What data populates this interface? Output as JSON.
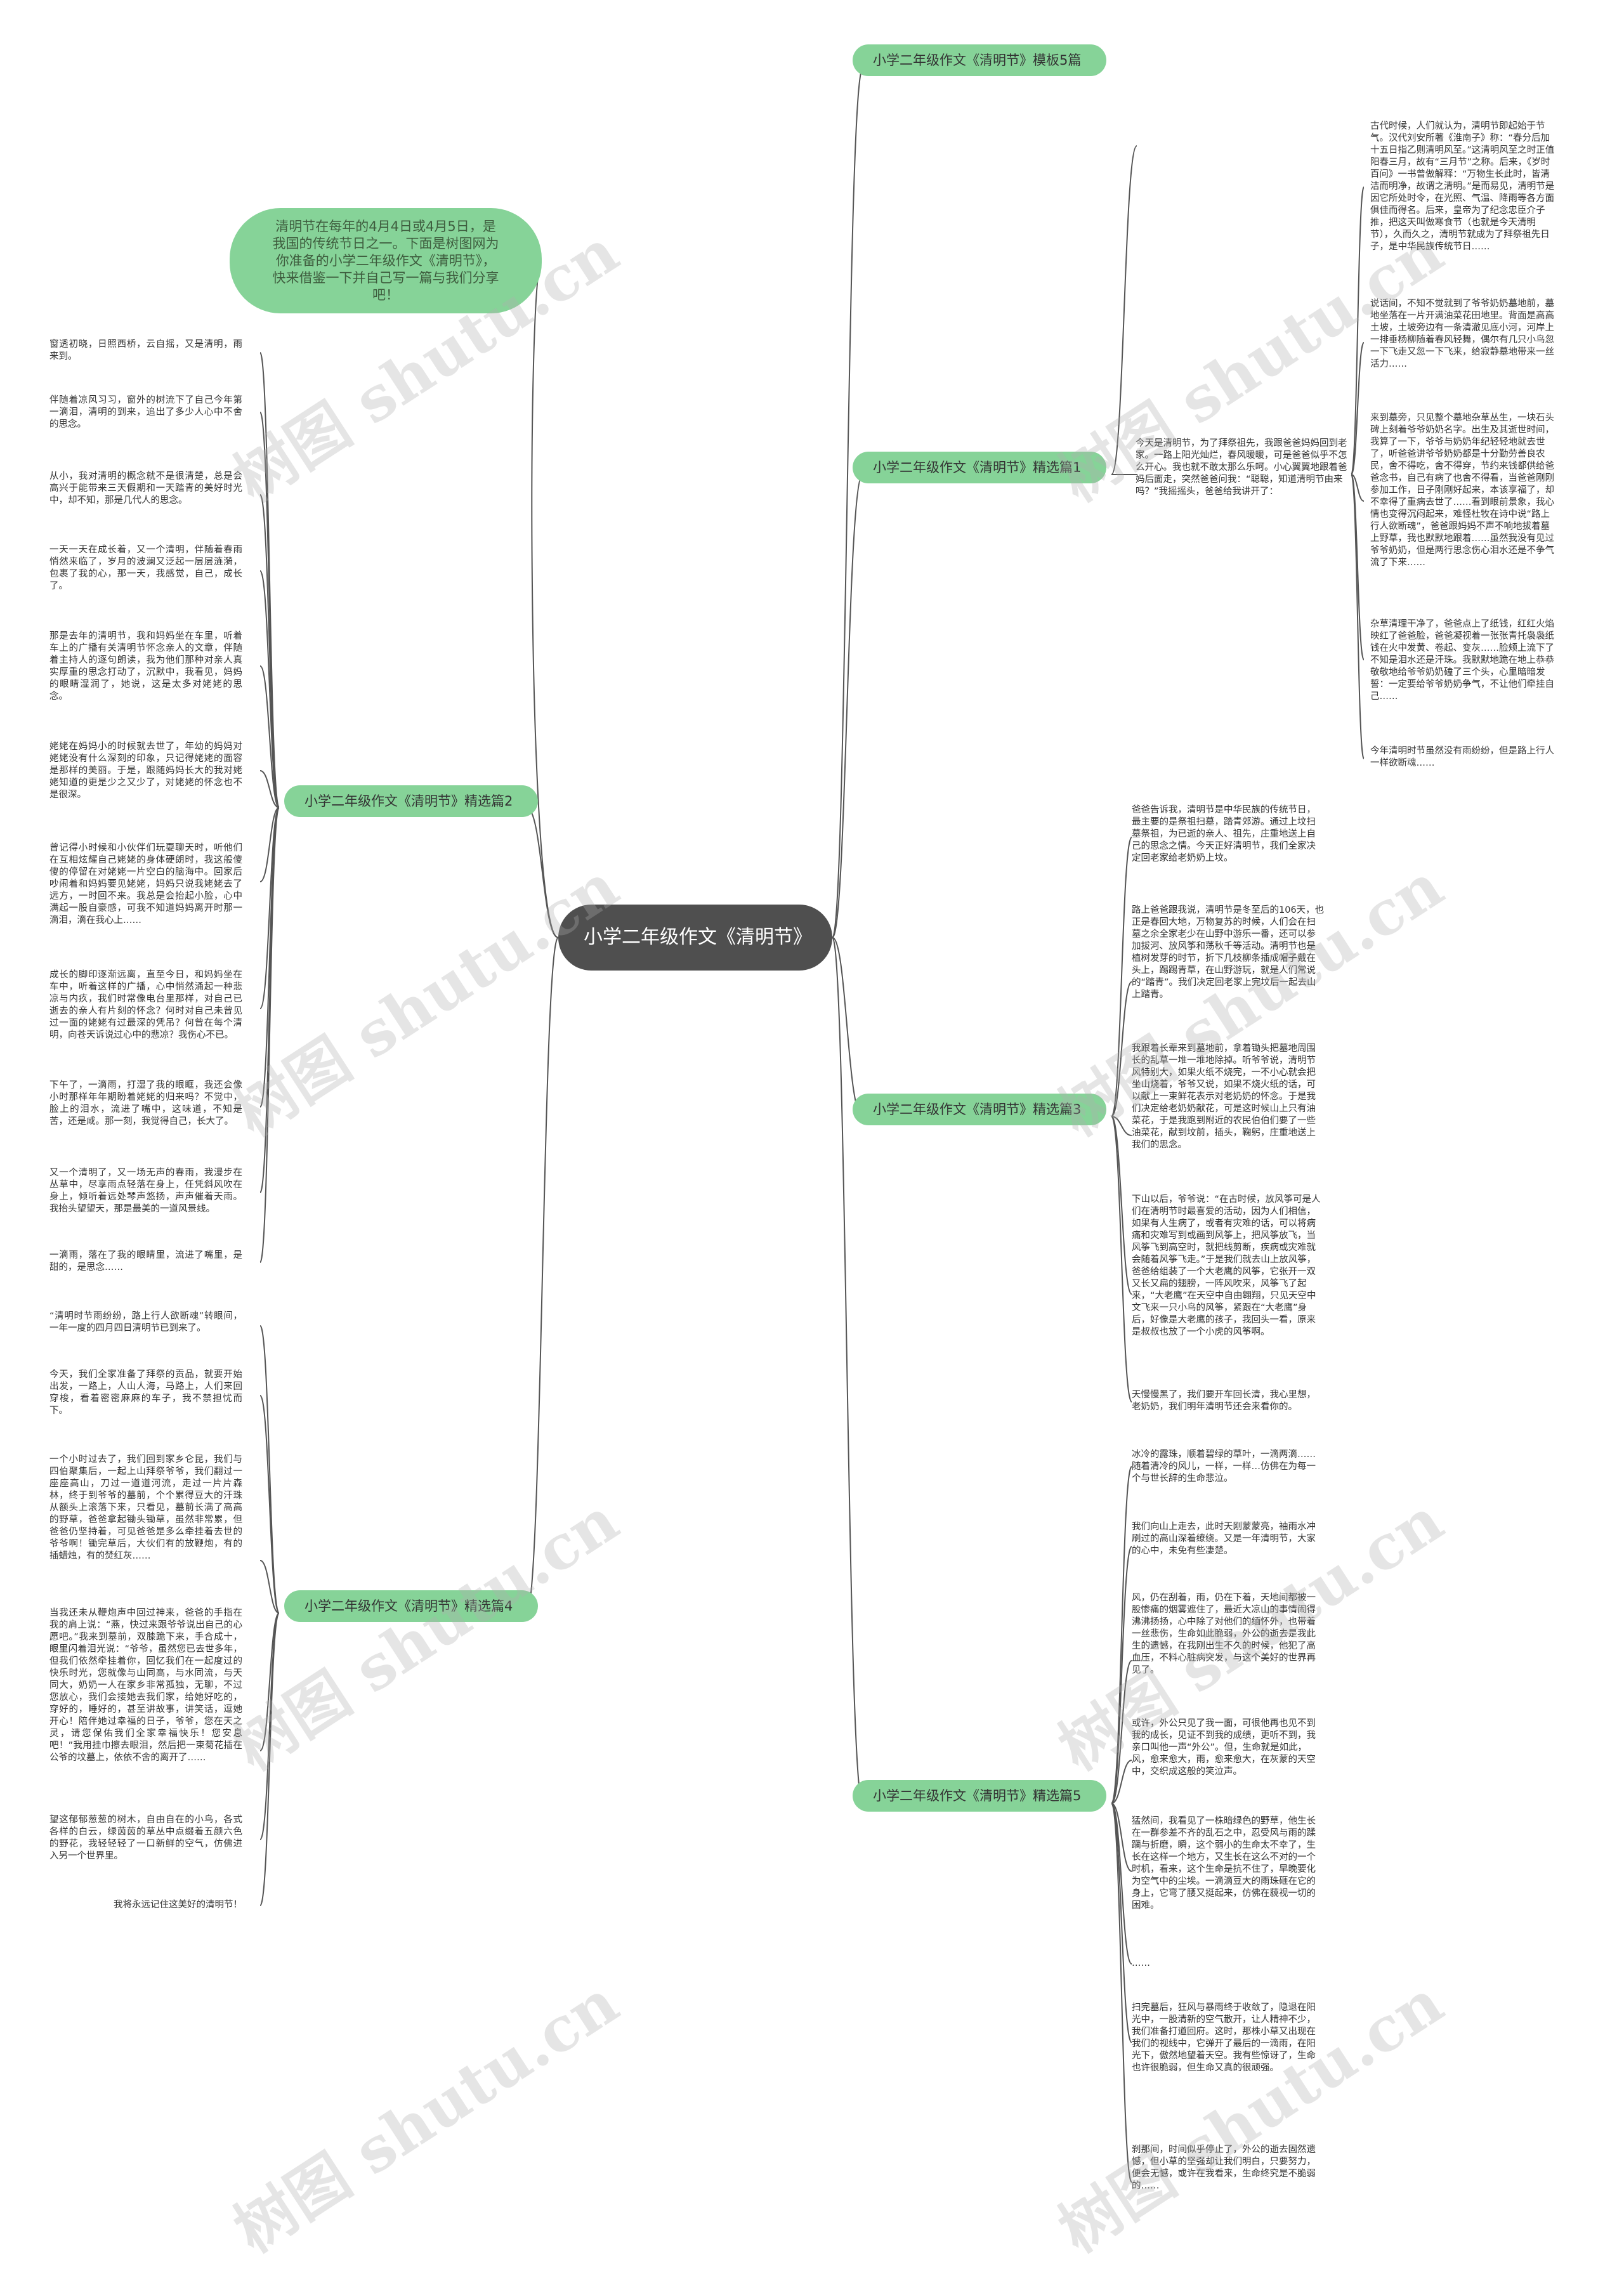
{
  "center": "小学二年级作文《清明节》",
  "intro": "清明节在每年的4月4日或4月5日，是我国的传统节日之一。下面是树图网为你准备的小学二年级作文《清明节》，快来借鉴一下并自己写一篇与我们分享吧！",
  "watermark": "树图 shutu.cn",
  "branches": [
    {
      "label": "小学二年级作文《清明节》模板5篇",
      "leaves": []
    },
    {
      "label": "小学二年级作文《清明节》精选篇1",
      "leaves": [
        "今天是清明节，为了拜祭祖先，我跟爸爸妈妈回到老家。一路上阳光灿烂，春风暖暖，可是爸爸似乎不怎么开心。我也就不敢太那么乐呵。小心翼翼地跟着爸妈后面走，突然爸爸问我：“聪聪，知道清明节由来吗？”我摇摇头，爸爸给我讲开了：",
        "古代时候，人们就认为，清明节即起始于节气。汉代刘安所著《淮南子》称：“春分后加十五日指乙则清明风至。”这清明风至之时正值阳春三月，故有“三月节”之称。后来，《岁时百问》一书曾做解释：“万物生长此时，皆清洁而明净，故谓之清明。”是而易见，清明节是因它所处时令，在光照、气温、降雨等各方面俱佳而得名。后来，皇帝为了纪念忠臣介子推，把这天叫做寒食节（也就是今天清明节），久而久之，清明节就成为了拜祭祖先日子，是中华民族传统节日……",
        "说话间，不知不觉就到了爷爷奶奶墓地前，墓地坐落在一片开满油菜花田地里。背面是高高土坡，土坡旁边有一条清澈见底小河，河岸上一排垂杨柳随着春风轻舞，偶尔有几只小鸟忽一下飞走又忽一下飞来，给寂静墓地带来一丝活力……",
        "来到墓旁，只见整个墓地杂草丛生，一块石头碑上刻着爷爷奶奶名字。出生及其逝世时间，我算了一下，爷爷与奶奶年纪轻轻地就去世了，听爸爸讲爷爷奶奶都是十分勤劳善良农民，舍不得吃，舍不得穿，节约来钱都供给爸爸念书，自己有病了也舍不得看，当爸爸刚刚参加工作，日子刚刚好起来，本该享福了，却不幸得了重病去世了……看到眼前景象，我心情也变得沉闷起来，难怪杜牧在诗中说“路上行人欲断魂”，爸爸跟妈妈不声不响地拔着墓上野草，我也默默地跟着……虽然我没有见过爷爷奶奶，但是两行思念伤心泪水还是不争气流了下来……",
        "杂草清理干净了，爸爸点上了纸钱，红红火焰映红了爸爸脸，爸爸凝视着一张张青托袅袅纸钱在火中发黄、卷起、变灰……脸颊上流下了不知是泪水还是汗珠。我默默地跪在地上恭恭敬敬地给爷爷奶奶磕了三个头，心里暗暗发誓：一定要给爷爷奶奶争气，不让他们牵挂自己……",
        "今年清明时节虽然没有雨纷纷，但是路上行人一样欲断魂……"
      ]
    },
    {
      "label": "小学二年级作文《清明节》精选篇2",
      "leaves": [
        "窗透初晓，日照西桥，云自摇，又是清明，雨来到。",
        "伴随着凉风习习，窗外的树流下了自己今年第一滴泪，清明的到来，追出了多少人心中不舍的思念。",
        "从小，我对清明的概念就不是很清楚，总是会高兴于能带来三天假期和一天踏青的美好时光中，却不知，那是几代人的思念。",
        "一天一天在成长着，又一个清明，伴随着春雨悄然来临了，岁月的波澜又泛起一层层涟漪，包裹了我的心，那一天，我感觉，自己，成长了。",
        "那是去年的清明节，我和妈妈坐在车里，听着车上的广播有关清明节怀念亲人的文章，伴随着主持人的逐句朗读，我为他们那种对亲人真实厚重的思念打动了，沉默中，我看见，妈妈的眼睛湿润了，她说，这是太多对姥姥的思念。",
        "姥姥在妈妈小的时候就去世了，年幼的妈妈对姥姥没有什么深刻的印象，只记得姥姥的面容是那样的美丽。于是，跟随妈妈长大的我对姥姥知道的更是少之又少了，对姥姥的怀念也不是很深。",
        "曾记得小时候和小伙伴们玩耍聊天时，听他们在互相炫耀自己姥姥的身体硬朗时，我这般傻傻的停留在对姥姥一片空白的脑海中。回家后吵闹着和妈妈要见姥姥，妈妈只说我姥姥去了远方，一时回不来。我总是会抬起小脸，心中满起一股自豪感，可我不知道妈妈离开时那一滴泪，滴在我心上……",
        "成长的脚印逐渐远离，直至今日，和妈妈坐在车中，听着这样的广播，心中悄然涌起一种悲凉与内疚，我们时常像电台里那样，对自己已逝去的亲人有片刻的怀念？何时对自己未曾见过一面的姥姥有过最深的凭吊？何曾在每个清明，向苍天诉说过心中的悲凉？我伤心不已。",
        "下午了，一滴雨，打湿了我的眼眶，我还会像小时那样年年期盼着姥姥的归来吗？不觉中，脸上的泪水，流进了嘴中，这味道，不知是苦，还是咸。那一刻，我觉得自己，长大了。",
        "又一个清明了，又一场无声的春雨，我漫步在丛草中，尽享雨点轻落在身上，任凭斜风吹在身上，倾听着远处琴声悠扬，声声催着天雨。我抬头望望天，那是最美的一道风景线。",
        "一滴雨，落在了我的眼睛里，流进了嘴里，是甜的，是思念……"
      ]
    },
    {
      "label": "小学二年级作文《清明节》精选篇3",
      "leaves": [
        "爸爸告诉我，清明节是中华民族的传统节日，最主要的是祭祖扫墓，踏青郊游。通过上坟扫墓祭祖，为已逝的亲人、祖先，庄重地送上自己的思念之情。今天正好清明节，我们全家决定回老家给老奶奶上坟。",
        "路上爸爸跟我说，清明节是冬至后的106天，也正是春回大地，万物复苏的时候，人们会在扫墓之余全家老少在山野中游乐一番，还可以参加拔河、放风筝和荡秋千等活动。清明节也是植树发芽的时节，折下几枝柳条插成帽子戴在头上，踢踢青草，在山野游玩，就是人们常说的“踏青”。我们决定回老家上完坟后一起去山上踏青。",
        "我跟着长辈来到墓地前，拿着锄头把墓地周围长的乱草一堆一堆地除掉。听爷爷说，清明节风特别大，如果火纸不烧完，一不小心就会把坐山烧着，爷爷又说，如果不烧火纸的话，可以献上一束鲜花表示对老奶奶的怀念。于是我们决定给老奶奶献花，可是这时候山上只有油菜花，于是我跑到附近的农民伯伯们要了一些油菜花，献到坟前，插头，鞠躬，庄重地送上我们的思念。",
        "下山以后，爷爷说：“在古时候，放风筝可是人们在清明节时最喜爱的活动，因为人们相信，如果有人生病了，或者有灾难的话，可以将病痛和灾难写到或画到风筝上，把风筝放飞，当风筝飞到高空时，就把线剪断，疾病或灾难就会随着风筝飞走。”于是我们就去山上放风筝，爸爸给组装了一个大老鹰的风筝，它张开一双又长又扁的翅膀，一阵风吹来，风筝飞了起来，“大老鹰”在天空中自由翱翔，只见天空中文飞来一只小鸟的风筝，紧跟在“大老鹰”身后，好像是大老鹰的孩子，我回头一看，原来是叔叔也放了一个小虎的风筝啊。",
        "天慢慢黑了，我们要开车回长清，我心里想，老奶奶，我们明年清明节还会来看你的。"
      ]
    },
    {
      "label": "小学二年级作文《清明节》精选篇4",
      "leaves": [
        "“清明时节雨纷纷，路上行人欲断魂”转眼间，一年一度的四月四日清明节已到来了。",
        "今天，我们全家准备了拜祭的贡品，就要开始出发，一路上，人山人海，马路上，人们来回穿梭，看着密密麻麻的车子，我不禁担忧而下。",
        "一个小时过去了，我们回到家乡仑昆，我们与四伯聚集后，一起上山拜祭爷爷，我们翻过一座座高山，刀过一道道河流，走过一片片森林，终于到爷爷的墓前，个个累得豆大的汗珠从额头上滚落下来，只看见，墓前长满了高高的野草，爸爸拿起锄头锄草，虽然非常累，但爸爸仍坚持着，可见爸爸是多么牵挂着去世的爷爷啊！锄完草后，大伙们有的放鞭炮，有的插蜡烛，有的焚红灰……",
        "当我还未从鞭炮声中回过神来，爸爸的手指在我的肩上说：“燕，快过来跟爷爷说出自己的心愿吧。”我来到墓前，双膝跪下来，手合成十，眼里闪着泪光说：“爷爷，虽然您已去世多年，但我们依然牵挂着你，回忆我们在一起度过的快乐时光，您就像与山同高，与水同流，与天同大，奶奶一人在家乡非常孤独，无聊，不过您放心，我们会接她去我们家，给她好吃的，穿好的，睡好的，甚至讲故事，讲笑话，逗她开心！陪伴她过幸福的日子，爷爷，您在天之灵，请您保佑我们全家幸福快乐！您安息吧！”我用挂巾擦去眼泪，然后把一束菊花插在公爷的坟墓上，依依不舍的离开了……",
        "望这郁郁葱葱的树木，自由自在的小鸟，各式各样的白云，绿茵茵的草丛中点缀着五颜六色的野花，我轻轻轻了一口新鲜的空气，仿佛进入另一个世界里。",
        "我将永远记住这美好的清明节！"
      ]
    },
    {
      "label": "小学二年级作文《清明节》精选篇5",
      "leaves": [
        "冰冷的露珠，顺着碧绿的草叶，一滴两滴……随着清冷的风儿，一样，一样…仿佛在为每一个与世长辞的生命悲泣。",
        "我们向山上走去，此时天刚蒙蒙亮，袖雨水冲刷过的高山深着缭绕。又是一年清明节，大家的心中，未免有些凄楚。",
        "风，仍在刮着，雨，仍在下着，天地间都被一股惨痛的烟雾遮住了，最近大凉山的事情闹得沸沸扬扬，心中除了对他们的缅怀外，也带着一丝悲伤，生命如此脆弱，外公的逝去是我此生的遗憾，在我刚出生不久的时候，他犯了高血压，不料心脏病突发，与这个美好的世界再见了。",
        "或许，外公只见了我一面，可很他再也见不到我的成长，见证不到我的成绩，更听不到，我亲口叫他一声“外公”。但，生命就是如此，风，愈来愈大，雨，愈来愈大，在灰蒙的天空中，交织成这般的笑泣声。",
        "猛然间，我看见了一株暗绿色的野草，他生长在一群参差不齐的乱石之中，忍受风与雨的蹂躏与折磨，瞬，这个弱小的生命太不幸了，生长在这样一个地方，又生长在这么不对的一个时机，看来，这个生命是抗不住了，早晚要化为空气中的尘埃。一滴滴豆大的雨珠砸在它的身上，它弯了腰又挺起来，仿佛在藐视一切的困难。",
        "……",
        "扫完墓后，狂风与暴雨终于收敛了，隐退在阳光中，一股清新的空气散开，让人精神不少，我们准备打道回府。这时，那株小草又出现在我们的视线中，它弹开了最后的一滴雨，在阳光下，傲然地望着天空。我有些惊讶了，生命也许很脆弱，但生命又真的很顽强。",
        "刹那间，时间似乎停止了，外公的逝去固然遗憾，但小草的坚强却让我们明白，只要努力，便会无憾，或许在我看来，生命终究是不脆弱的……"
      ]
    }
  ]
}
